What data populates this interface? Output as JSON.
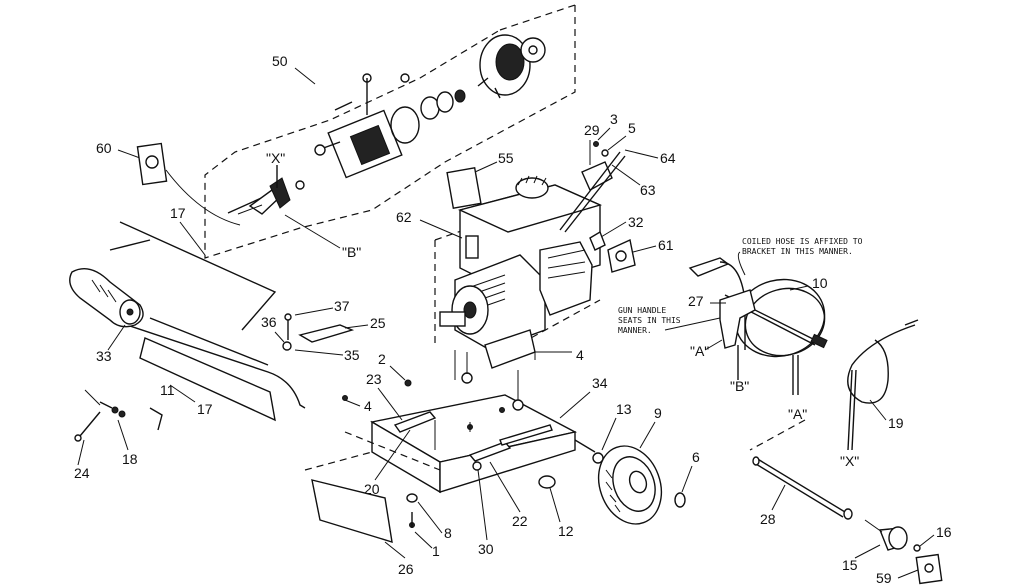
{
  "labels": {
    "n50": "50",
    "n60": "60",
    "n17a": "17",
    "n17b": "17",
    "n33": "33",
    "n11": "11",
    "n18": "18",
    "n24": "24",
    "n37": "37",
    "n36": "36",
    "n25": "25",
    "n35": "35",
    "n2": "2",
    "n23": "23",
    "n4a": "4",
    "n4b": "4",
    "n20": "20",
    "n26": "26",
    "n8": "8",
    "n1": "1",
    "n30": "30",
    "n22": "22",
    "n12": "12",
    "n34": "34",
    "n13": "13",
    "n9": "9",
    "n6": "6",
    "n3": "3",
    "n5": "5",
    "n29": "29",
    "n64": "64",
    "n63": "63",
    "n55": "55",
    "n62": "62",
    "n32": "32",
    "n61": "61",
    "n10": "10",
    "n27": "27",
    "n19": "19",
    "n28": "28",
    "n16": "16",
    "n15": "15",
    "n59": "59"
  },
  "callouts": {
    "x_upper": "\"X\"",
    "b_upper": "\"B\"",
    "a_gun": "\"A\"",
    "b_gun": "\"B\"",
    "a_hose": "\"A\"",
    "x_hose": "\"X\""
  },
  "notes": {
    "coiled_hose_l1": "COILED HOSE IS AFFIXED TO",
    "coiled_hose_l2": "BRACKET IN THIS MANNER.",
    "gun_handle_l1": "GUN HANDLE",
    "gun_handle_l2": "SEATS IN THIS",
    "gun_handle_l3": "MANNER."
  }
}
